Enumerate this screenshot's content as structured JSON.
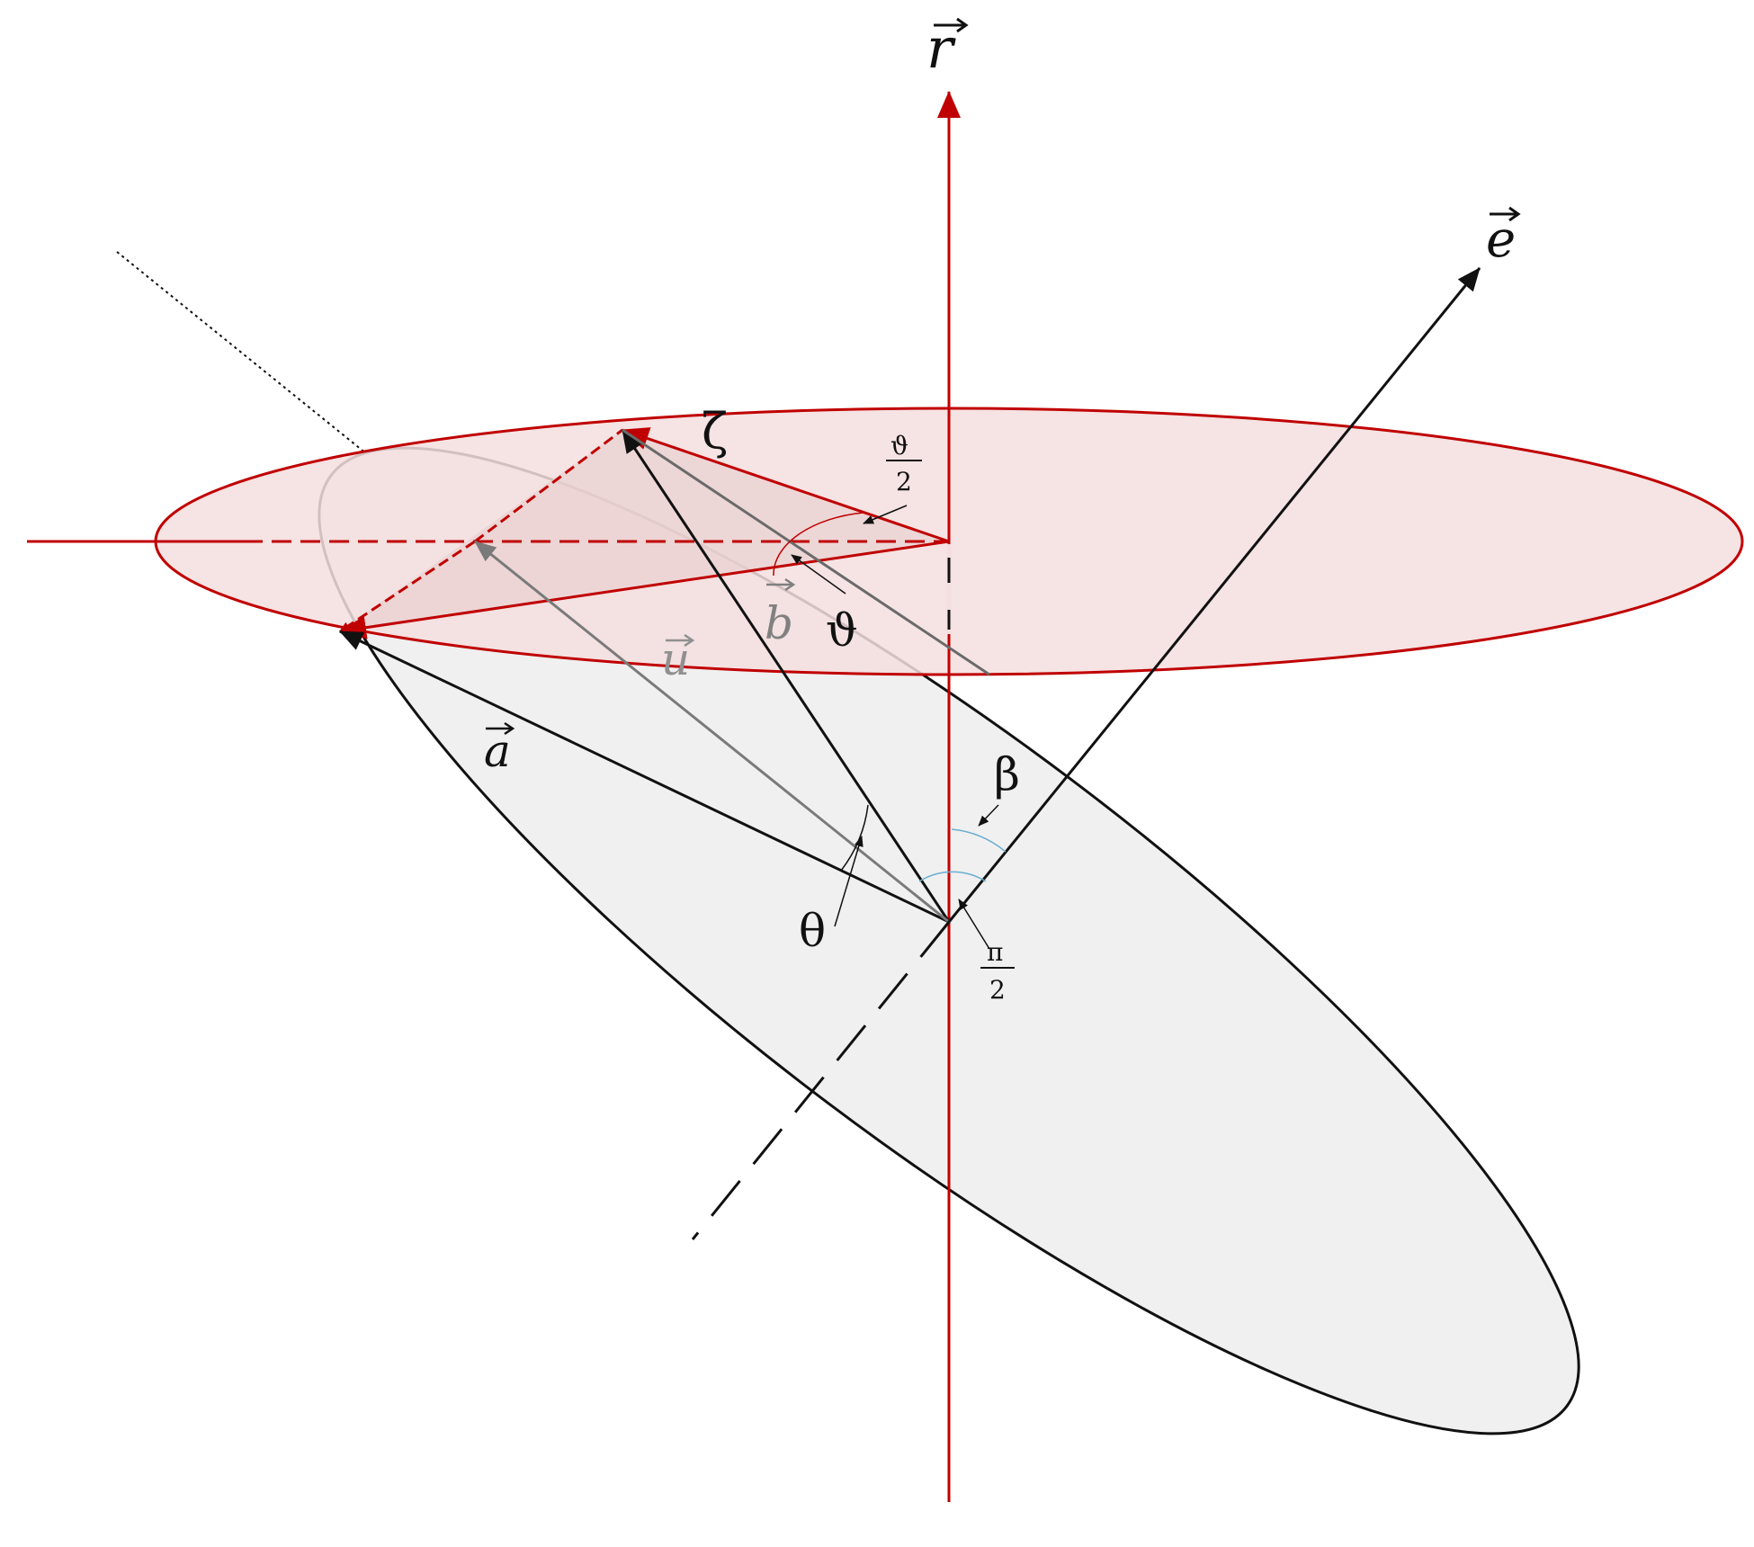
{
  "labels": {
    "r": "r",
    "e": "e",
    "a": "a",
    "b": "b",
    "u": "u",
    "zeta": "ζ",
    "vartheta": "ϑ",
    "theta": "θ",
    "beta": "β",
    "half_vartheta_num": "ϑ",
    "half_vartheta_den": "2",
    "pi_half_num": "π",
    "pi_half_den": "2"
  },
  "colors": {
    "red": "#c00000",
    "black": "#111111",
    "gray": "#808080",
    "light_gray_fill": "#f0f0f0",
    "pink_fill": "#f4dede",
    "blue_arc": "#6aaed0"
  }
}
